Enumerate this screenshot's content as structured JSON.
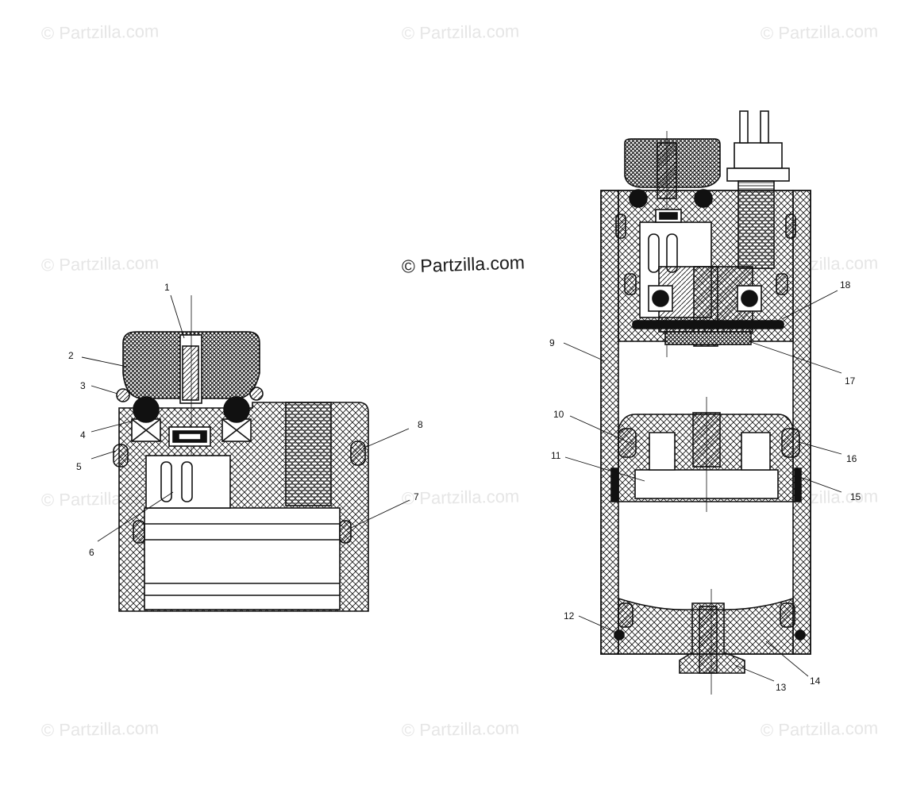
{
  "watermarks": {
    "faint": "© Partzilla.com",
    "center": "© Partzilla.com"
  },
  "callouts": [
    "1",
    "2",
    "3",
    "4",
    "5",
    "6",
    "7",
    "8",
    "9",
    "10",
    "11",
    "12",
    "13",
    "14",
    "15",
    "16",
    "17",
    "18"
  ],
  "colors": {
    "ink": "#111111",
    "watermark": "#e6e6e6",
    "background": "#ffffff"
  }
}
